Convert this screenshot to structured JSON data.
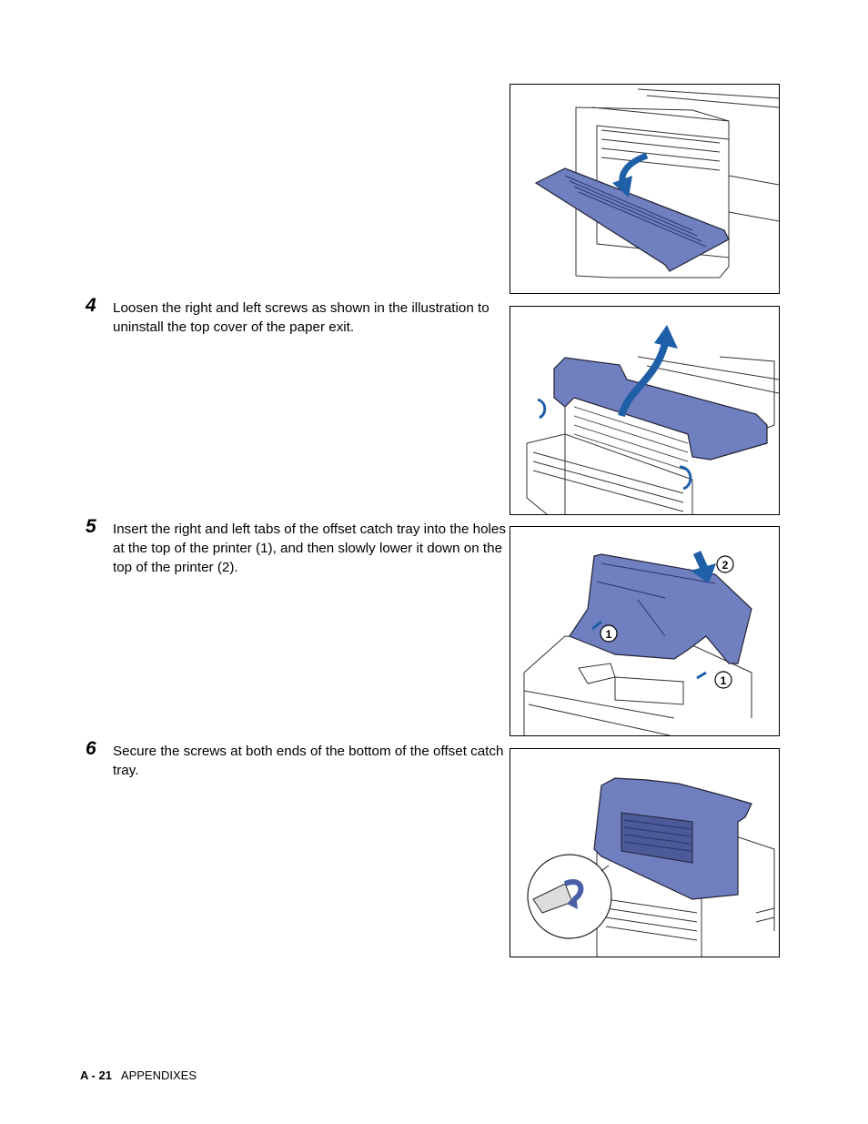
{
  "steps": [
    {
      "number": "4",
      "text": "Loosen the right and left screws as shown in the illustration to uninstall the top cover of the paper exit."
    },
    {
      "number": "5",
      "text": "Insert the right and left tabs of the offset catch tray into the holes at the top of the printer (1), and then slowly lower it down on the top of the printer (2)."
    },
    {
      "number": "6",
      "text": "Secure the screws at both ends of the bottom of the offset catch tray."
    }
  ],
  "figure_labels": {
    "fig3_callout_2": "2",
    "fig3_callout_1a": "1",
    "fig3_callout_1b": "1"
  },
  "footer": {
    "page": "A - 21",
    "section": "APPENDIXES"
  },
  "colors": {
    "part_blue": "#6f7fc0",
    "arrow_blue": "#1f5fa8",
    "line": "#333333"
  }
}
